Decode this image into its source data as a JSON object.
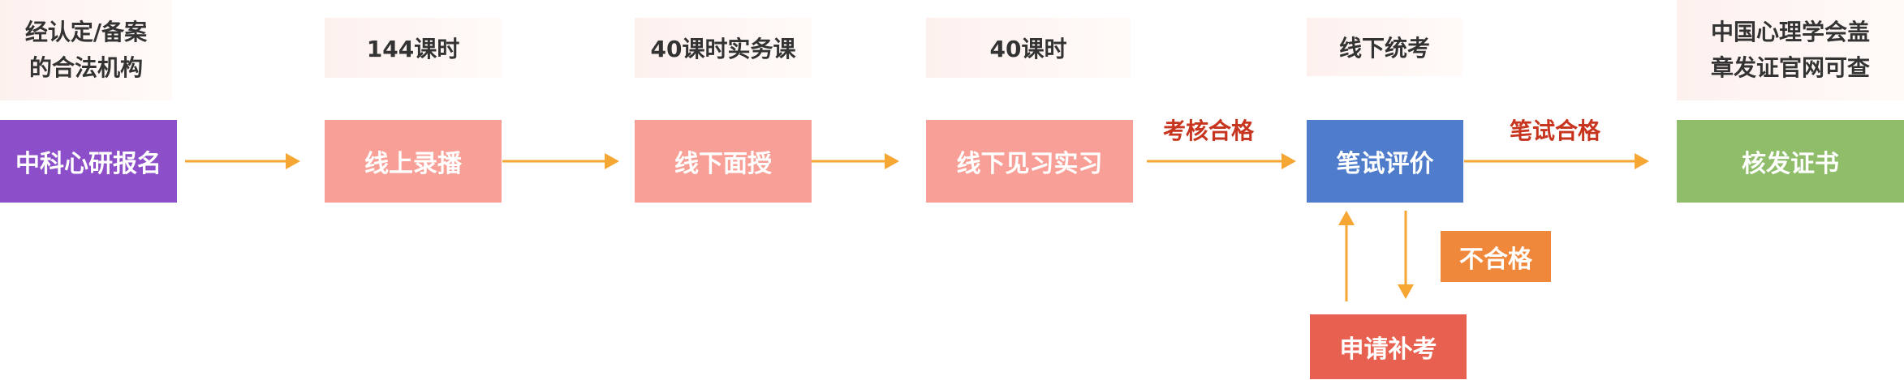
{
  "captions": {
    "register_line1": "经认定/备案",
    "register_line2": "的合法机构",
    "online": "144课时",
    "offline": "40课时实务课",
    "practice": "40课时",
    "exam": "线下统考",
    "cert_line1": "中国心理学会盖",
    "cert_line2": "章发证官网可查"
  },
  "steps": {
    "register": "中科心研报名",
    "online": "线上录播",
    "offline": "线下面授",
    "practice": "线下见习实习",
    "exam": "笔试评价",
    "cert": "核发证书",
    "retake": "申请补考",
    "fail": "不合格"
  },
  "edge_labels": {
    "assessment_pass": "考核合格",
    "exam_pass": "笔试合格"
  },
  "colors": {
    "register": "#8c4fc9",
    "pink_step": "#f8a097",
    "exam": "#4f7dcb",
    "cert": "#8fbd6a",
    "retake": "#e8604f",
    "fail": "#f0883b",
    "arrow": "#f5a633",
    "edge_label": "#c8351f"
  }
}
